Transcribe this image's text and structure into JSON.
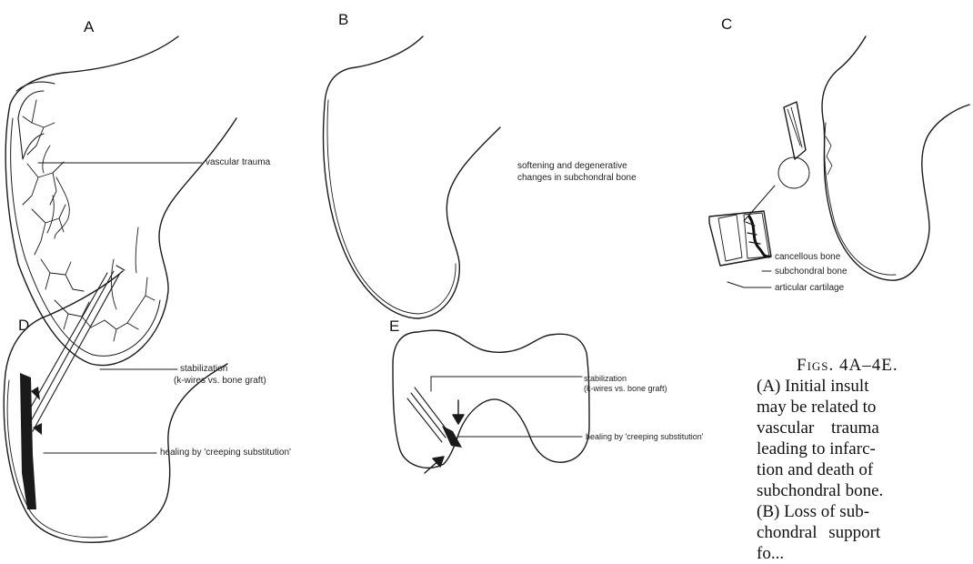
{
  "panels": {
    "a": {
      "letter": "A",
      "label": "vascular trauma"
    },
    "b": {
      "letter": "B",
      "label_line1": "softening and degenerative",
      "label_line2": "changes in subchondral bone"
    },
    "c": {
      "letter": "C",
      "label_cancellous": "cancellous bone",
      "label_subchondral": "subchondral bone",
      "label_cartilage": "articular cartilage"
    },
    "d": {
      "letter": "D",
      "label_stab1": "stabilization",
      "label_stab2": "(k-wires vs. bone graft)",
      "label_heal": "healing by 'creeping substitution'"
    },
    "e": {
      "letter": "E",
      "label_stab1": "stabilization",
      "label_stab2": "(k-wires vs. bone graft)",
      "label_heal": "healing by 'creeping substitution'"
    }
  },
  "caption": {
    "title": "Figs. 4A–4E.",
    "lines": [
      "(A) Initial insult",
      "may be related to",
      "vascular trauma",
      "leading to infarc-",
      "tion and death of",
      "subchondral bone.",
      "(B) Loss of sub-",
      "chondral support",
      "fo..."
    ]
  }
}
